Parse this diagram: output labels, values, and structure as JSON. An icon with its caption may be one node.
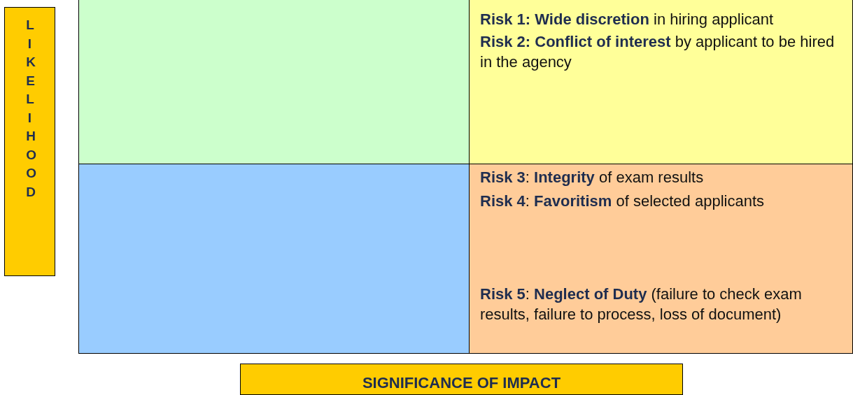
{
  "diagram": {
    "nodes": [
      {
        "text": [
          "LIKELIHOOD"
        ]
      },
      {
        "text": [],
        "shape": "box"
      },
      {
        "text": [
          "**Risk 1: Wide discretion** in hiring applicant",
          "**Risk 2: Conflict of interest**  by applicant to be hired in the agency"
        ]
      },
      {
        "text": [],
        "shape": "box"
      },
      {
        "text": [
          "**Risk 3**: **Integrity** of exam results",
          "**Risk 4**: **Favoritism** of selected applicants",
          "**Risk 5**: **Neglect of Duty** (failure to check exam results, failure to process, loss of document)"
        ]
      },
      {
        "text": [
          "SIGNIFICANCE OF IMPACT"
        ]
      }
    ]
  }
}
